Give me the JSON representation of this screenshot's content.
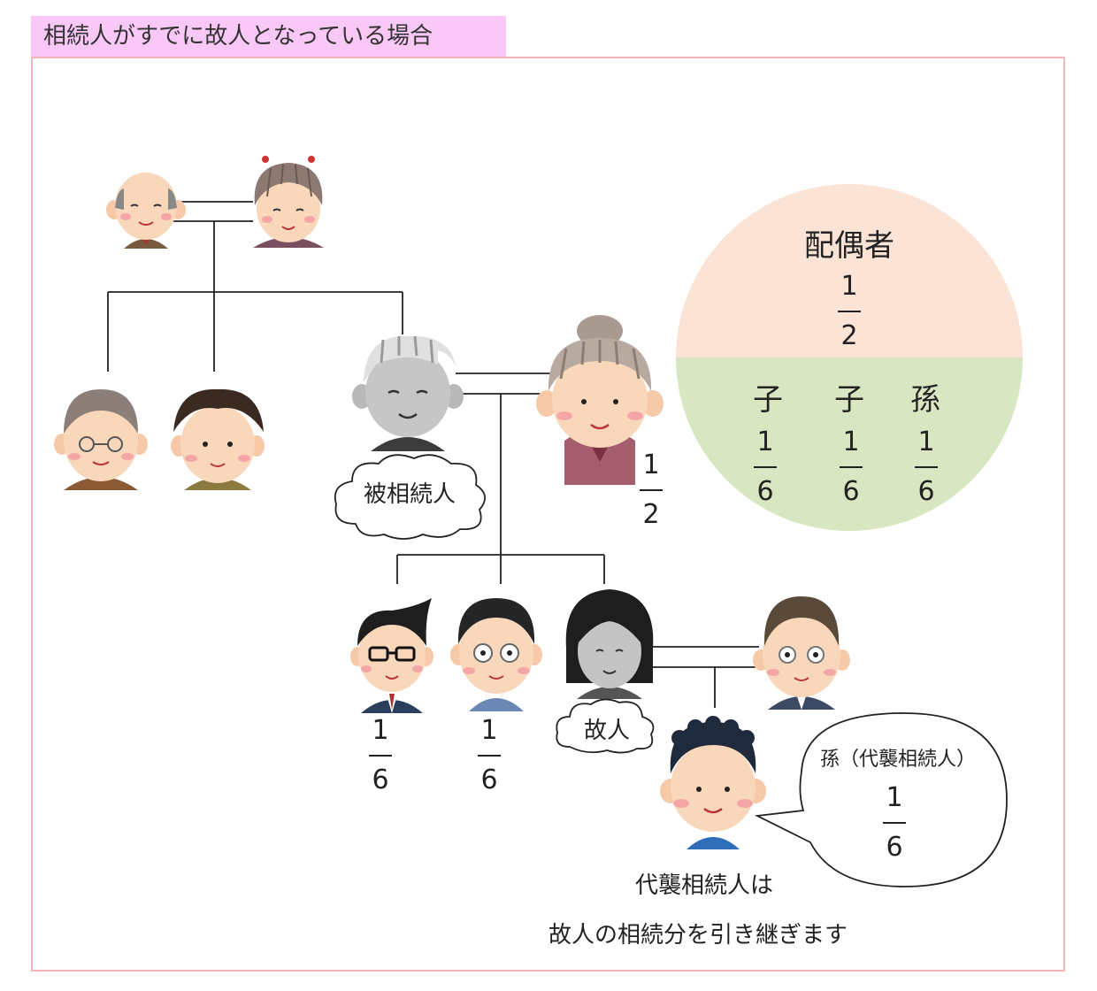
{
  "title": "相続人がすでに故人となっている場合",
  "labels": {
    "deceased_decedent": "被相続人",
    "deceased_child": "故人"
  },
  "shares": {
    "spouse": {
      "num": "1",
      "den": "2"
    },
    "child_1": {
      "num": "1",
      "den": "6"
    },
    "child_2": {
      "num": "1",
      "den": "6"
    }
  },
  "speech_bubble": {
    "heading": "孫（代襲相続人）",
    "num": "1",
    "den": "6"
  },
  "pie": {
    "top": {
      "label": "配偶者",
      "num": "1",
      "den": "2"
    },
    "bottom": [
      {
        "label": "子",
        "num": "1",
        "den": "6"
      },
      {
        "label": "子",
        "num": "1",
        "den": "6"
      },
      {
        "label": "孫",
        "num": "1",
        "den": "6"
      }
    ]
  },
  "notes": {
    "line1": "代襲相続人は",
    "line2": "故人の相続分を引き継ぎます"
  },
  "colors": {
    "title_bg": "#f9c8f7",
    "frame_border": "#f2b6b8",
    "pie_top": "#fbe4d6",
    "pie_bottom": "#d8e6c1"
  }
}
